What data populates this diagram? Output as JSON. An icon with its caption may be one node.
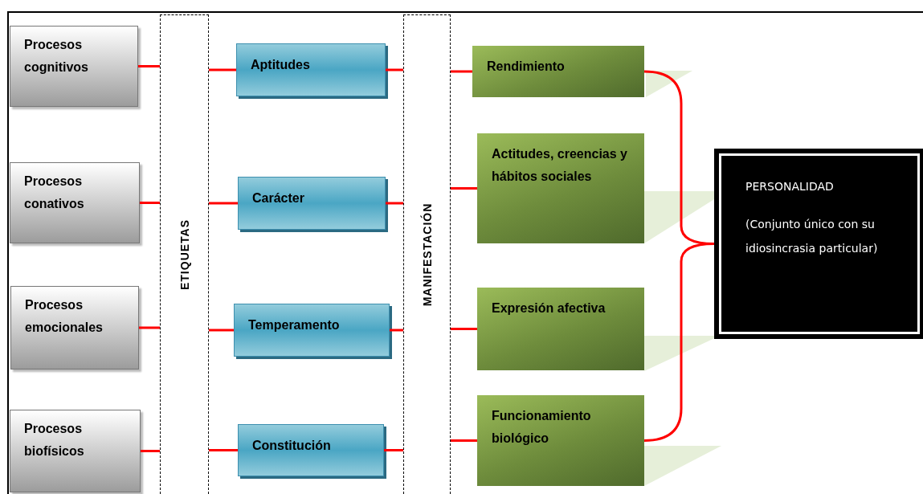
{
  "diagram": {
    "nodes": [
      {
        "text": [
          "Procesos cognitivos"
        ]
      },
      {
        "text": [
          "Procesos conativos"
        ]
      },
      {
        "text": [
          "Procesos emocionales"
        ]
      },
      {
        "text": [
          "Procesos biofísicos"
        ]
      },
      {
        "text": [
          "ETIQUETAS"
        ]
      },
      {
        "text": [
          "Aptitudes"
        ]
      },
      {
        "text": [
          "Carácter"
        ]
      },
      {
        "text": [
          "Temperamento"
        ]
      },
      {
        "text": [
          "Constitución"
        ]
      },
      {
        "text": [
          "MANIFESTACIÓN"
        ]
      },
      {
        "text": [
          "Rendimiento"
        ]
      },
      {
        "text": [
          "Actitudes, creencias y hábitos sociales"
        ]
      },
      {
        "text": [
          "Expresión afectiva"
        ]
      },
      {
        "text": [
          "Funcionamiento biológico"
        ]
      },
      {
        "text": [
          "PERSONALIDAD",
          "(Conjunto único con su idiosincrasia particular)"
        ]
      }
    ],
    "edges": [
      {
        "from": 0,
        "to": 4,
        "arrow": "none"
      },
      {
        "from": 1,
        "to": 4,
        "arrow": "none"
      },
      {
        "from": 2,
        "to": 4,
        "arrow": "none"
      },
      {
        "from": 3,
        "to": 4,
        "arrow": "none"
      },
      {
        "from": 4,
        "to": 5,
        "arrow": "none"
      },
      {
        "from": 4,
        "to": 6,
        "arrow": "none"
      },
      {
        "from": 4,
        "to": 7,
        "arrow": "none"
      },
      {
        "from": 4,
        "to": 8,
        "arrow": "none"
      },
      {
        "from": 5,
        "to": 9,
        "arrow": "none"
      },
      {
        "from": 6,
        "to": 9,
        "arrow": "none"
      },
      {
        "from": 7,
        "to": 9,
        "arrow": "none"
      },
      {
        "from": 8,
        "to": 9,
        "arrow": "none"
      },
      {
        "from": 9,
        "to": 10,
        "arrow": "none"
      },
      {
        "from": 9,
        "to": 11,
        "arrow": "none"
      },
      {
        "from": 9,
        "to": 12,
        "arrow": "none"
      },
      {
        "from": 9,
        "to": 13,
        "arrow": "none"
      },
      {
        "from": 10,
        "to": 14,
        "arrow": "none"
      },
      {
        "from": 13,
        "to": 14,
        "arrow": "none"
      }
    ]
  }
}
